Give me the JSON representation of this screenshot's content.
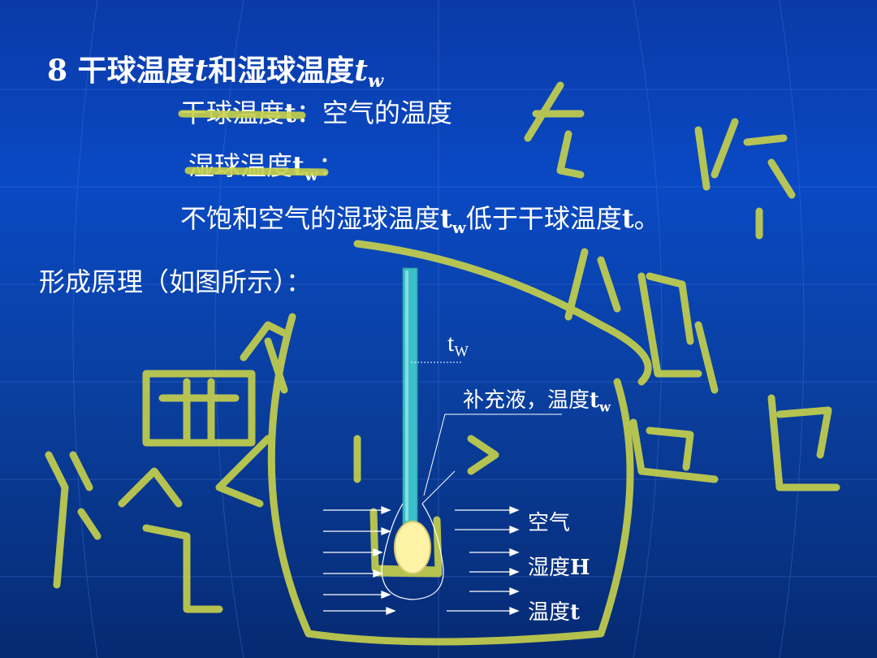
{
  "slide": {
    "title": {
      "number": "8",
      "text1": "干球温度",
      "t": "t",
      "text2": "和湿球温度",
      "tw_base": "t",
      "tw_sub": "w"
    },
    "dry_bulb": {
      "label": "干球温度",
      "sym": "t",
      "colon": "：",
      "desc": "空气的温度"
    },
    "wet_bulb": {
      "label": "湿球温度",
      "sym": "t",
      "sub": "w",
      "colon": "："
    },
    "statement": {
      "part1": "不饱和空气的湿球温度",
      "sym": "t",
      "sub": "w",
      "part2": "低于干球温度",
      "sym2": "t",
      "end": "。"
    },
    "principle": {
      "label": "形成原理（如图所示）："
    }
  },
  "diagram": {
    "tw_label": {
      "base": "t",
      "sub": "W"
    },
    "supply_label": {
      "text": "补充液，温度",
      "sym": "t",
      "sub": "w"
    },
    "air_label": "空气",
    "humidity_label": {
      "text": "湿度",
      "sym": "H"
    },
    "temperature_label": {
      "text": "温度",
      "sym": "t"
    },
    "colors": {
      "tube": "#3cbfc8",
      "bulb": "#fff3a8",
      "annotation": "#c8d24a",
      "arrow": "#ffffff"
    }
  }
}
